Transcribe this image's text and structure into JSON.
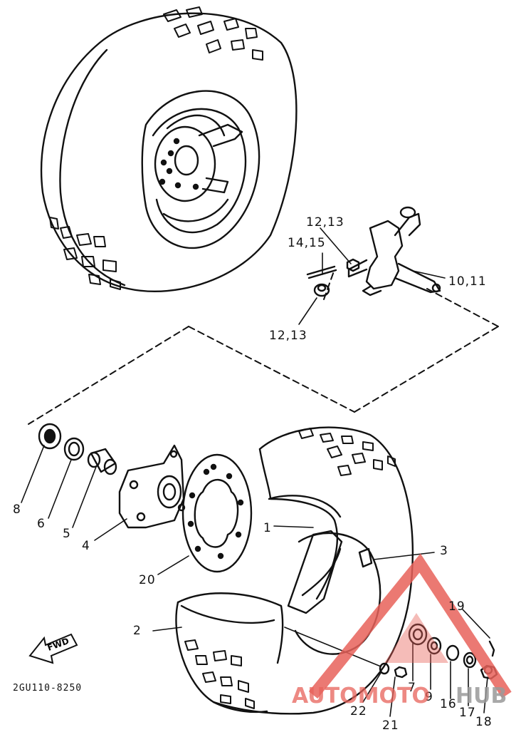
{
  "diagram": {
    "code": "2GU110-8250",
    "fwd_label": "FWD",
    "callouts": [
      {
        "id": "p1",
        "text": "1"
      },
      {
        "id": "p2",
        "text": "2"
      },
      {
        "id": "p3",
        "text": "3"
      },
      {
        "id": "p4",
        "text": "4"
      },
      {
        "id": "p5",
        "text": "5"
      },
      {
        "id": "p6",
        "text": "6"
      },
      {
        "id": "p7",
        "text": "7"
      },
      {
        "id": "p8",
        "text": "8"
      },
      {
        "id": "p9",
        "text": "9"
      },
      {
        "id": "p10_11",
        "text": "10,11"
      },
      {
        "id": "p12_13_top",
        "text": "12,13"
      },
      {
        "id": "p12_13_bottom",
        "text": "12,13"
      },
      {
        "id": "p14_15",
        "text": "14,15"
      },
      {
        "id": "p16",
        "text": "16"
      },
      {
        "id": "p17",
        "text": "17"
      },
      {
        "id": "p18",
        "text": "18"
      },
      {
        "id": "p19",
        "text": "19"
      },
      {
        "id": "p20",
        "text": "20"
      },
      {
        "id": "p21",
        "text": "21"
      },
      {
        "id": "p22",
        "text": "22"
      }
    ]
  },
  "watermark": {
    "part1": "AUTOMOTO",
    "part2": "HUB",
    "color_red": "#e8625a",
    "color_gray": "#9a9a9a"
  }
}
